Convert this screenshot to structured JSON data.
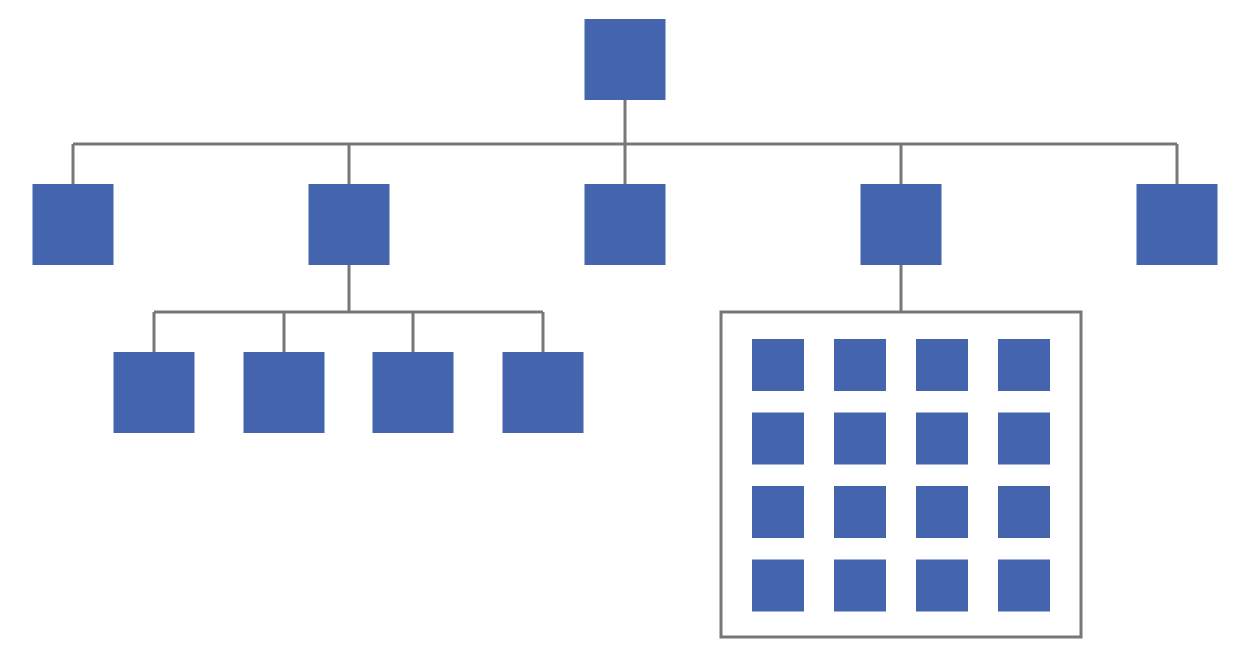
{
  "colors": {
    "node_fill": "#4465ae",
    "line_color": "#777777",
    "background": "#ffffff"
  },
  "diagram": {
    "type": "hierarchy",
    "root": {
      "children": [
        {
          "children": []
        },
        {
          "children": [
            {},
            {},
            {},
            {}
          ]
        },
        {
          "children": []
        },
        {
          "grouped_children": {
            "rows": 4,
            "columns": 4
          }
        },
        {
          "children": []
        }
      ]
    }
  }
}
